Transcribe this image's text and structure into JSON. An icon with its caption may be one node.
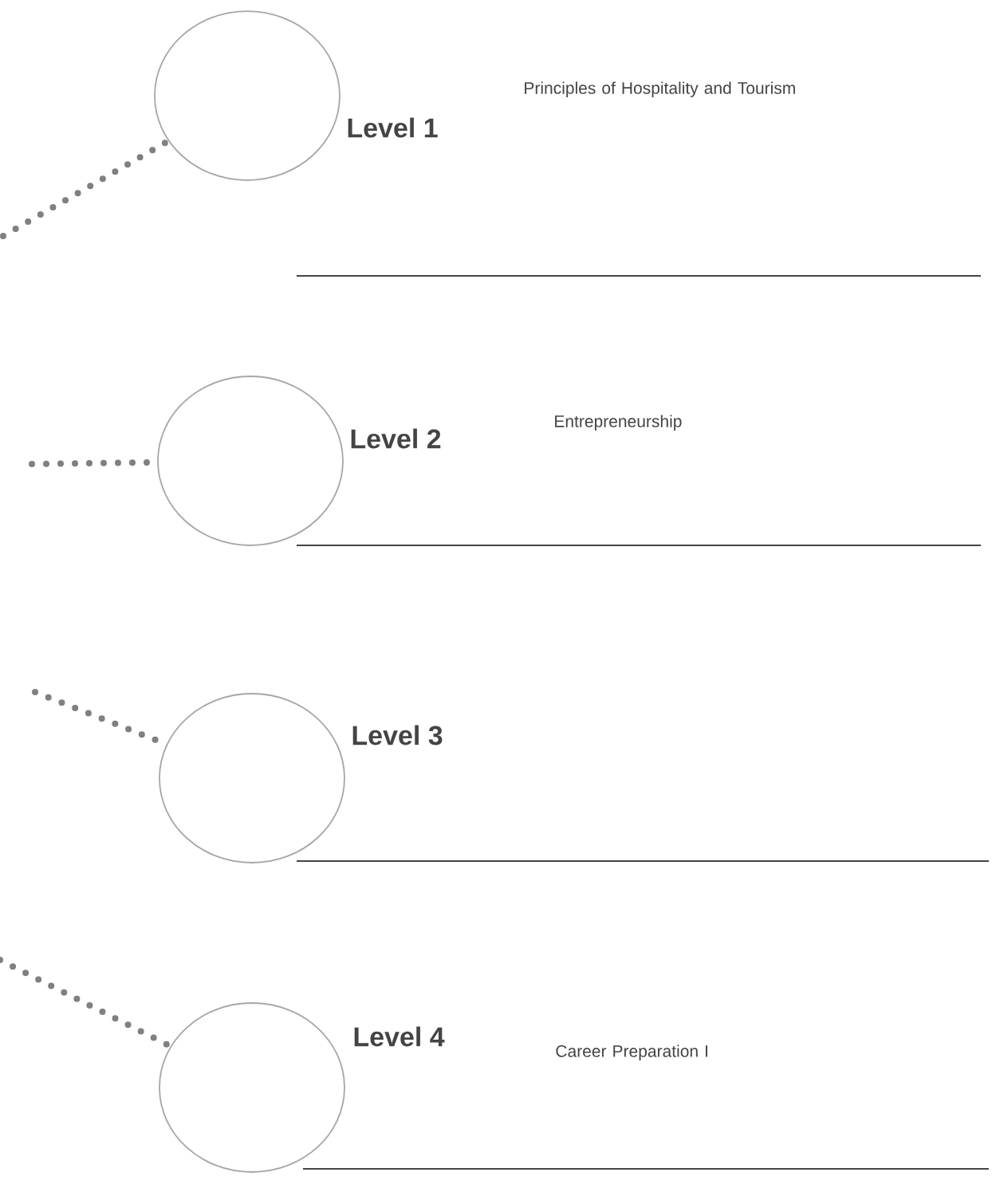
{
  "diagram": {
    "nodes": [
      {
        "text": [],
        "shape": "circle",
        "beside": [
          "Level 1"
        ]
      },
      {
        "text": [],
        "shape": "circle",
        "beside": [
          "Level 2"
        ]
      },
      {
        "text": [],
        "shape": "circle",
        "beside": [
          "Level 3"
        ]
      },
      {
        "text": [],
        "shape": "circle",
        "beside": [
          "Level 4"
        ]
      }
    ],
    "edges": [
      {
        "from": null,
        "to": 0,
        "arrow": "none"
      },
      {
        "from": null,
        "to": 1,
        "arrow": "none"
      },
      {
        "from": null,
        "to": 2,
        "arrow": "none"
      },
      {
        "from": null,
        "to": 3,
        "arrow": "none"
      }
    ],
    "labels": [
      "Principles of Hospitality and Tourism",
      "Entrepreneurship",
      "Career Preparation I"
    ]
  }
}
